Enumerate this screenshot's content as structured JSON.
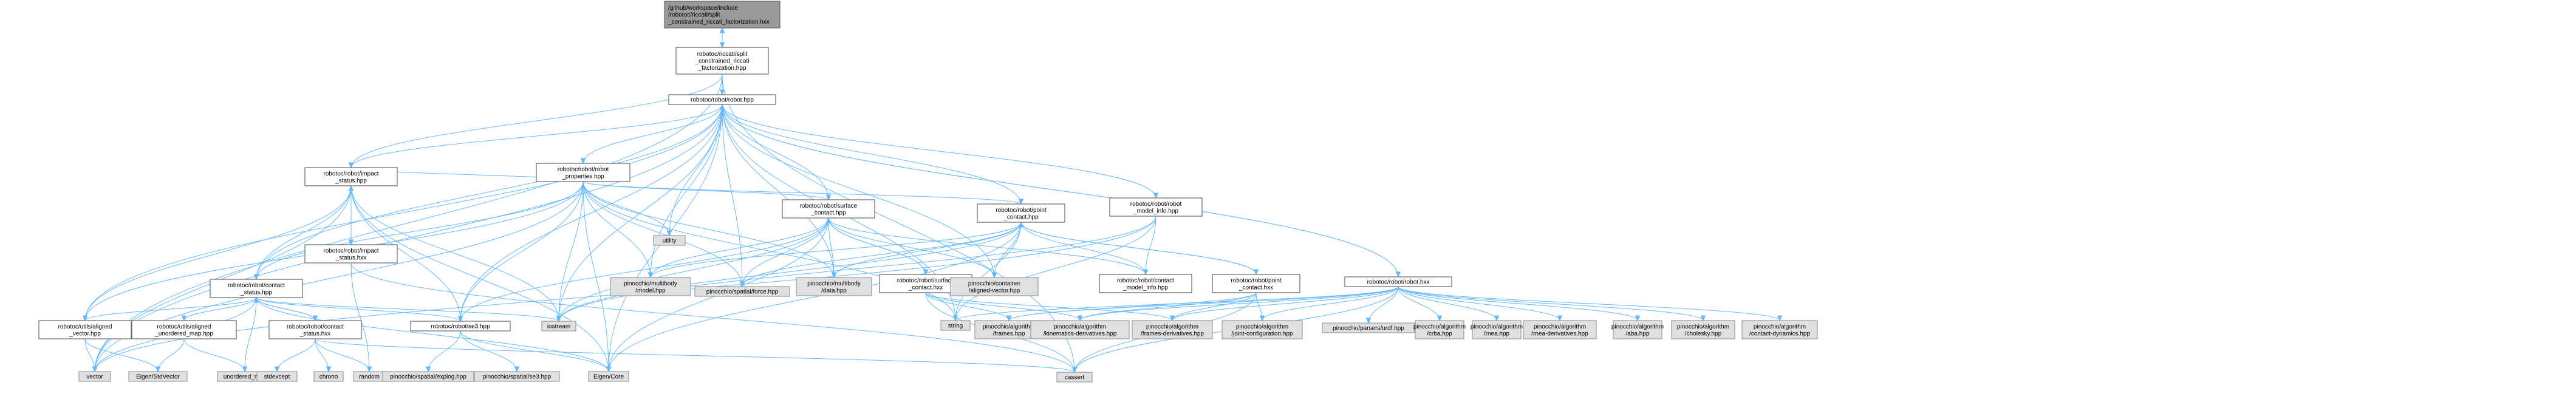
{
  "graph": {
    "nodes": [
      {
        "id": "root",
        "label": [
          "/github/workspace/include",
          "/robotoc/riccati/split",
          "_constrained_riccati_factorization.hxx"
        ],
        "kind": "root"
      },
      {
        "id": "scrf",
        "label": [
          "robotoc/riccati/split",
          "_constrained_riccati",
          "_factorization.hpp"
        ],
        "kind": "proj"
      },
      {
        "id": "robot_hpp",
        "label": [
          "robotoc/robot/robot.hpp"
        ],
        "kind": "proj"
      },
      {
        "id": "robot_props",
        "label": [
          "robotoc/robot/robot",
          "_properties.hpp"
        ],
        "kind": "proj"
      },
      {
        "id": "impact_status",
        "label": [
          "robotoc/robot/impact",
          "_status.hpp"
        ],
        "kind": "proj"
      },
      {
        "id": "surface_contact",
        "label": [
          "robotoc/robot/surface",
          "_contact.hpp"
        ],
        "kind": "proj"
      },
      {
        "id": "point_contact",
        "label": [
          "robotoc/robot/point",
          "_contact.hpp"
        ],
        "kind": "proj"
      },
      {
        "id": "robot_model_info",
        "label": [
          "robotoc/robot/robot",
          "_model_info.hpp"
        ],
        "kind": "proj"
      },
      {
        "id": "contact_status",
        "label": [
          "robotoc/robot/contact",
          "_status.hpp"
        ],
        "kind": "proj"
      },
      {
        "id": "impact_status_hxx",
        "label": [
          "robotoc/robot/impact",
          "_status.hxx"
        ],
        "kind": "proj"
      },
      {
        "id": "surface_contact_hxx",
        "label": [
          "robotoc/robot/surface",
          "_contact.hxx"
        ],
        "kind": "proj"
      },
      {
        "id": "contact_model_info",
        "label": [
          "robotoc/robot/contact",
          "_model_info.hpp"
        ],
        "kind": "proj"
      },
      {
        "id": "point_contact_hxx",
        "label": [
          "robotoc/robot/point",
          "_contact.hxx"
        ],
        "kind": "proj"
      },
      {
        "id": "robot_hxx",
        "label": [
          "robotoc/robot/robot.hxx"
        ],
        "kind": "proj"
      },
      {
        "id": "utils_aligned_vector",
        "label": [
          "robotoc/utils/aligned",
          "_vector.hpp"
        ],
        "kind": "proj"
      },
      {
        "id": "utils_aligned_umap",
        "label": [
          "robotoc/utils/aligned",
          "_unordered_map.hpp"
        ],
        "kind": "proj"
      },
      {
        "id": "contact_status_hxx",
        "label": [
          "robotoc/robot/contact",
          "_status.hxx"
        ],
        "kind": "proj"
      },
      {
        "id": "se3",
        "label": [
          "robotoc/robot/se3.hpp"
        ],
        "kind": "proj"
      },
      {
        "id": "utility",
        "label": [
          "utility"
        ],
        "kind": "ext"
      },
      {
        "id": "pin_model",
        "label": [
          "pinocchio/multibody",
          "/model.hpp"
        ],
        "kind": "ext"
      },
      {
        "id": "pin_force",
        "label": [
          "pinocchio/spatial/force.hpp"
        ],
        "kind": "ext"
      },
      {
        "id": "pin_data",
        "label": [
          "pinocchio/multibody",
          "/data.hpp"
        ],
        "kind": "ext"
      },
      {
        "id": "pin_aligned_vector",
        "label": [
          "pinocchio/container",
          "/aligned-vector.hpp"
        ],
        "kind": "ext"
      },
      {
        "id": "iostream",
        "label": [
          "iostream"
        ],
        "kind": "ext"
      },
      {
        "id": "string",
        "label": [
          "string"
        ],
        "kind": "ext"
      },
      {
        "id": "pin_frames",
        "label": [
          "pinocchio/algorithm",
          "/frames.hpp"
        ],
        "kind": "ext"
      },
      {
        "id": "pin_kin_deriv",
        "label": [
          "pinocchio/algorithm",
          "/kinematics-derivatives.hpp"
        ],
        "kind": "ext"
      },
      {
        "id": "pin_frames_deriv",
        "label": [
          "pinocchio/algorithm",
          "/frames-derivatives.hpp"
        ],
        "kind": "ext"
      },
      {
        "id": "pin_joint_config",
        "label": [
          "pinocchio/algorithm",
          "/joint-configuration.hpp"
        ],
        "kind": "ext"
      },
      {
        "id": "pin_urdf",
        "label": [
          "pinocchio/parsers/urdf.hpp"
        ],
        "kind": "ext"
      },
      {
        "id": "pin_crba",
        "label": [
          "pinocchio/algorithm",
          "/crba.hpp"
        ],
        "kind": "ext"
      },
      {
        "id": "pin_rnea",
        "label": [
          "pinocchio/algorithm",
          "/rnea.hpp"
        ],
        "kind": "ext"
      },
      {
        "id": "pin_rnea_deriv",
        "label": [
          "pinocchio/algorithm",
          "/rnea-derivatives.hpp"
        ],
        "kind": "ext"
      },
      {
        "id": "pin_aba",
        "label": [
          "pinocchio/algorithm",
          "/aba.hpp"
        ],
        "kind": "ext"
      },
      {
        "id": "pin_cholesky",
        "label": [
          "pinocchio/algorithm",
          "/cholesky.hpp"
        ],
        "kind": "ext"
      },
      {
        "id": "pin_contact_dyn",
        "label": [
          "pinocchio/algorithm",
          "/contact-dynamics.hpp"
        ],
        "kind": "ext"
      },
      {
        "id": "vector",
        "label": [
          "vector"
        ],
        "kind": "ext"
      },
      {
        "id": "eigen_stdvector",
        "label": [
          "Eigen/StdVector"
        ],
        "kind": "ext"
      },
      {
        "id": "unordered_map",
        "label": [
          "unordered_map"
        ],
        "kind": "ext"
      },
      {
        "id": "stdexcept",
        "label": [
          "stdexcept"
        ],
        "kind": "ext"
      },
      {
        "id": "chrono",
        "label": [
          "chrono"
        ],
        "kind": "ext"
      },
      {
        "id": "random",
        "label": [
          "random"
        ],
        "kind": "ext"
      },
      {
        "id": "pin_explog",
        "label": [
          "pinocchio/spatial/explog.hpp"
        ],
        "kind": "ext"
      },
      {
        "id": "pin_se3",
        "label": [
          "pinocchio/spatial/se3.hpp"
        ],
        "kind": "ext"
      },
      {
        "id": "eigen_core",
        "label": [
          "Eigen/Core"
        ],
        "kind": "ext"
      },
      {
        "id": "cassert",
        "label": [
          "cassert"
        ],
        "kind": "ext"
      }
    ],
    "edges": [
      [
        "root",
        "scrf"
      ],
      [
        "scrf",
        "root"
      ],
      [
        "scrf",
        "robot_hpp"
      ],
      [
        "scrf",
        "impact_status"
      ],
      [
        "scrf",
        "vector"
      ],
      [
        "scrf",
        "cassert"
      ],
      [
        "robot_hpp",
        "robot_props"
      ],
      [
        "robot_hpp",
        "impact_status"
      ],
      [
        "robot_hpp",
        "contact_status"
      ],
      [
        "robot_hpp",
        "surface_contact"
      ],
      [
        "robot_hpp",
        "point_contact"
      ],
      [
        "robot_hpp",
        "robot_model_info"
      ],
      [
        "robot_hpp",
        "robot_hxx"
      ],
      [
        "robot_hpp",
        "se3"
      ],
      [
        "robot_hpp",
        "utility"
      ],
      [
        "robot_hpp",
        "pin_model"
      ],
      [
        "robot_hpp",
        "pin_data"
      ],
      [
        "robot_hpp",
        "pin_force"
      ],
      [
        "robot_hpp",
        "pin_aligned_vector"
      ],
      [
        "robot_hpp",
        "iostream"
      ],
      [
        "robot_hpp",
        "string"
      ],
      [
        "robot_hpp",
        "vector"
      ],
      [
        "robot_hpp",
        "eigen_core"
      ],
      [
        "robot_hpp",
        "utils_aligned_vector"
      ],
      [
        "robot_props",
        "impact_status"
      ],
      [
        "robot_props",
        "contact_status"
      ],
      [
        "robot_props",
        "surface_contact"
      ],
      [
        "robot_props",
        "point_contact"
      ],
      [
        "robot_props",
        "se3"
      ],
      [
        "robot_props",
        "utility"
      ],
      [
        "robot_props",
        "iostream"
      ],
      [
        "robot_props",
        "string"
      ],
      [
        "robot_props",
        "pin_model"
      ],
      [
        "robot_props",
        "pin_data"
      ],
      [
        "robot_props",
        "pin_force"
      ],
      [
        "robot_props",
        "vector"
      ],
      [
        "robot_props",
        "utils_aligned_vector"
      ],
      [
        "robot_props",
        "eigen_core"
      ],
      [
        "impact_status",
        "contact_status"
      ],
      [
        "impact_status",
        "impact_status_hxx"
      ],
      [
        "impact_status",
        "se3"
      ],
      [
        "impact_status",
        "utils_aligned_vector"
      ],
      [
        "impact_status",
        "iostream"
      ],
      [
        "impact_status",
        "vector"
      ],
      [
        "impact_status",
        "eigen_core"
      ],
      [
        "impact_status_hxx",
        "impact_status"
      ],
      [
        "impact_status_hxx",
        "random"
      ],
      [
        "impact_status_hxx",
        "cassert"
      ],
      [
        "contact_status",
        "contact_status_hxx"
      ],
      [
        "contact_status",
        "utils_aligned_vector"
      ],
      [
        "contact_status",
        "utils_aligned_umap"
      ],
      [
        "contact_status",
        "se3"
      ],
      [
        "contact_status",
        "iostream"
      ],
      [
        "contact_status",
        "vector"
      ],
      [
        "contact_status",
        "eigen_core"
      ],
      [
        "contact_status",
        "unordered_map"
      ],
      [
        "contact_status_hxx",
        "contact_status"
      ],
      [
        "contact_status_hxx",
        "stdexcept"
      ],
      [
        "contact_status_hxx",
        "chrono"
      ],
      [
        "contact_status_hxx",
        "random"
      ],
      [
        "contact_status_hxx",
        "cassert"
      ],
      [
        "surface_contact",
        "surface_contact_hxx"
      ],
      [
        "surface_contact",
        "se3"
      ],
      [
        "surface_contact",
        "pin_model"
      ],
      [
        "surface_contact",
        "pin_data"
      ],
      [
        "surface_contact",
        "pin_force"
      ],
      [
        "surface_contact",
        "pin_aligned_vector"
      ],
      [
        "surface_contact",
        "contact_model_info"
      ],
      [
        "surface_contact",
        "iostream"
      ],
      [
        "surface_contact",
        "eigen_core"
      ],
      [
        "surface_contact_hxx",
        "surface_contact"
      ],
      [
        "surface_contact_hxx",
        "pin_frames"
      ],
      [
        "surface_contact_hxx",
        "pin_kin_deriv"
      ],
      [
        "surface_contact_hxx",
        "pin_frames_deriv"
      ],
      [
        "surface_contact_hxx",
        "cassert"
      ],
      [
        "point_contact",
        "point_contact_hxx"
      ],
      [
        "point_contact",
        "contact_model_info"
      ],
      [
        "point_contact",
        "pin_model"
      ],
      [
        "point_contact",
        "pin_data"
      ],
      [
        "point_contact",
        "pin_force"
      ],
      [
        "point_contact",
        "pin_aligned_vector"
      ],
      [
        "point_contact",
        "iostream"
      ],
      [
        "point_contact",
        "string"
      ],
      [
        "point_contact",
        "eigen_core"
      ],
      [
        "point_contact_hxx",
        "point_contact"
      ],
      [
        "point_contact_hxx",
        "pin_frames"
      ],
      [
        "point_contact_hxx",
        "pin_kin_deriv"
      ],
      [
        "point_contact_hxx",
        "pin_frames_deriv"
      ],
      [
        "point_contact_hxx",
        "pin_joint_config"
      ],
      [
        "point_contact_hxx",
        "cassert"
      ],
      [
        "robot_model_info",
        "contact_model_info"
      ],
      [
        "robot_model_info",
        "iostream"
      ],
      [
        "robot_model_info",
        "string"
      ],
      [
        "robot_model_info",
        "vector"
      ],
      [
        "robot_hxx",
        "robot_hpp"
      ],
      [
        "robot_hxx",
        "pin_urdf"
      ],
      [
        "robot_hxx",
        "pin_crba"
      ],
      [
        "robot_hxx",
        "pin_rnea"
      ],
      [
        "robot_hxx",
        "pin_rnea_deriv"
      ],
      [
        "robot_hxx",
        "pin_aba"
      ],
      [
        "robot_hxx",
        "pin_cholesky"
      ],
      [
        "robot_hxx",
        "pin_contact_dyn"
      ],
      [
        "robot_hxx",
        "pin_frames"
      ],
      [
        "robot_hxx",
        "pin_kin_deriv"
      ],
      [
        "robot_hxx",
        "pin_frames_deriv"
      ],
      [
        "robot_hxx",
        "pin_joint_config"
      ],
      [
        "robot_hxx",
        "cassert"
      ],
      [
        "robot_hxx",
        "string"
      ],
      [
        "utils_aligned_vector",
        "vector"
      ],
      [
        "utils_aligned_vector",
        "eigen_stdvector"
      ],
      [
        "utils_aligned_umap",
        "unordered_map"
      ],
      [
        "utils_aligned_umap",
        "eigen_stdvector"
      ],
      [
        "se3",
        "pin_explog"
      ],
      [
        "se3",
        "pin_se3"
      ],
      [
        "se3",
        "eigen_core"
      ]
    ]
  }
}
